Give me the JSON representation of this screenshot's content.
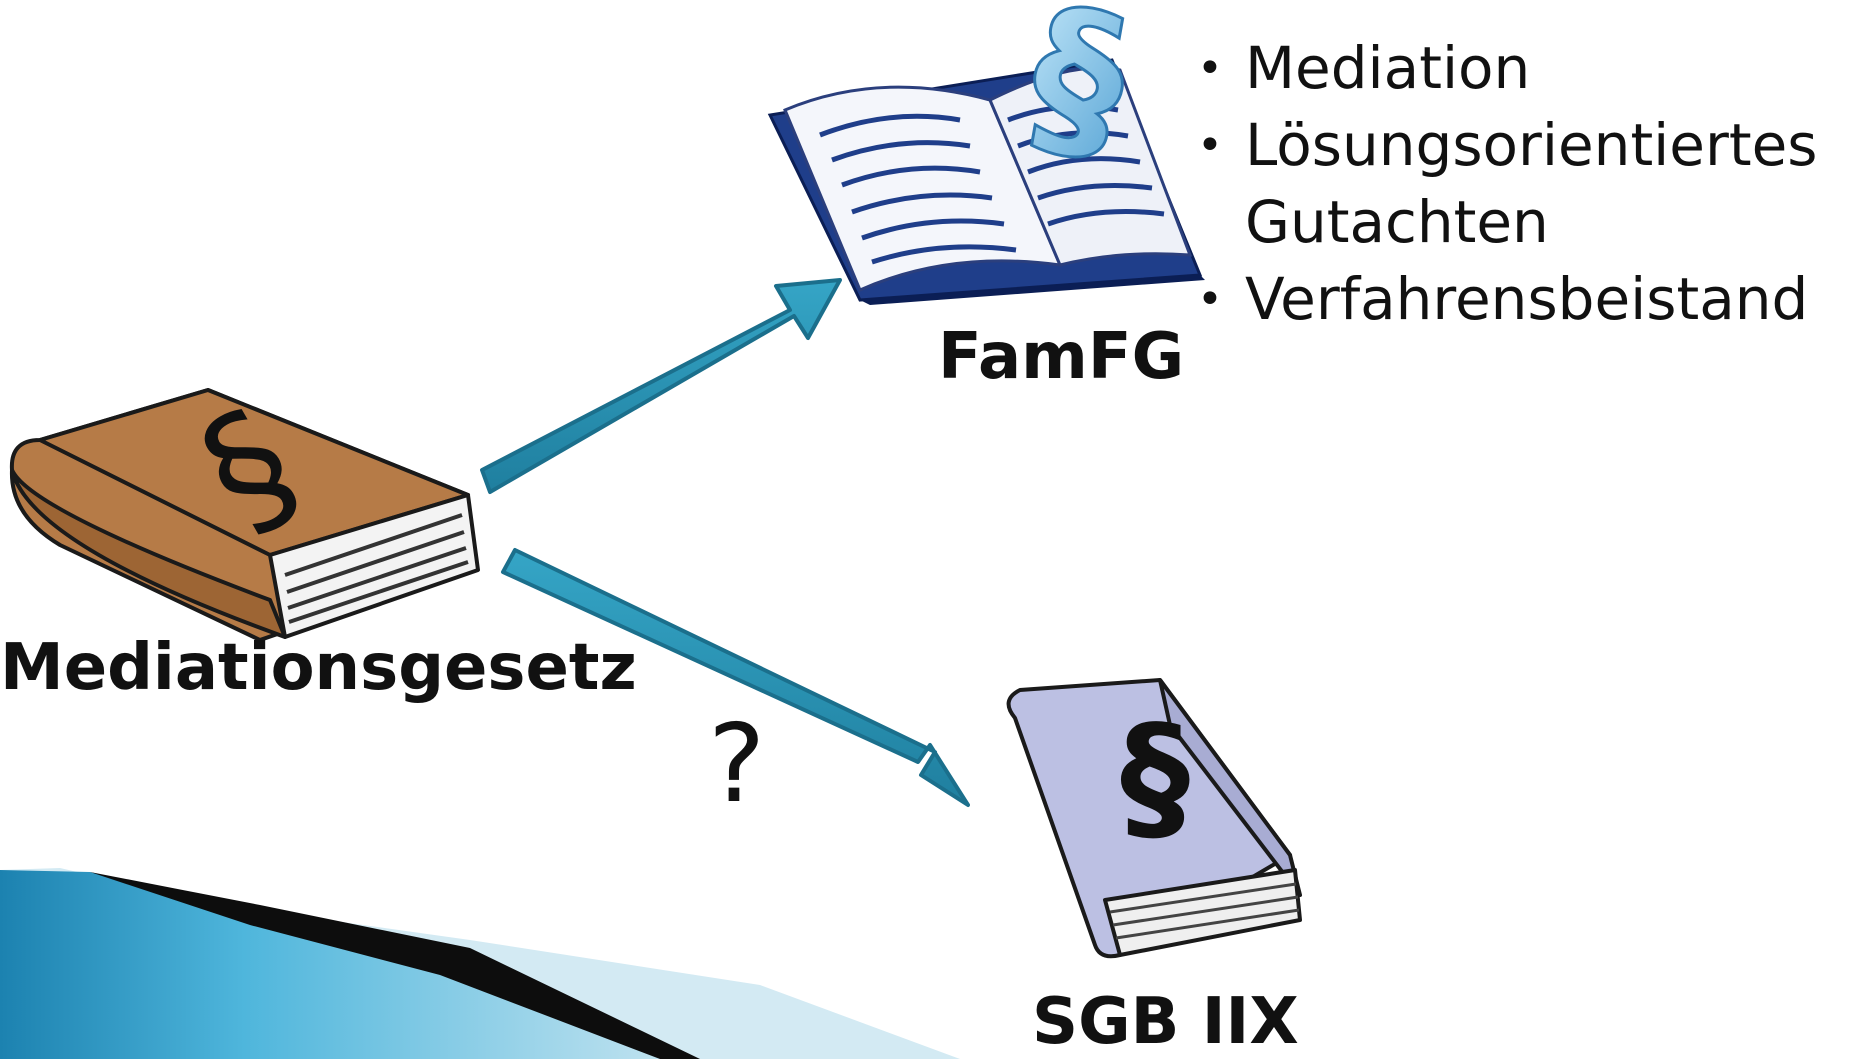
{
  "diagram": {
    "source_book": {
      "label": "Mediationsgesetz",
      "symbol": "§",
      "color": "#b87a45"
    },
    "target_books": [
      {
        "label": "FamFG",
        "symbol": "§",
        "style": "open-book"
      },
      {
        "label": "SGB IIX",
        "symbol": "§",
        "style": "closed-book-lavender"
      }
    ],
    "famfg_items": [
      "Mediation",
      "Lösungsorientiertes\nGutachten",
      "Verfahrensbeistand"
    ],
    "uncertain_marker": "?",
    "arrow_color": "#2b93b4"
  }
}
